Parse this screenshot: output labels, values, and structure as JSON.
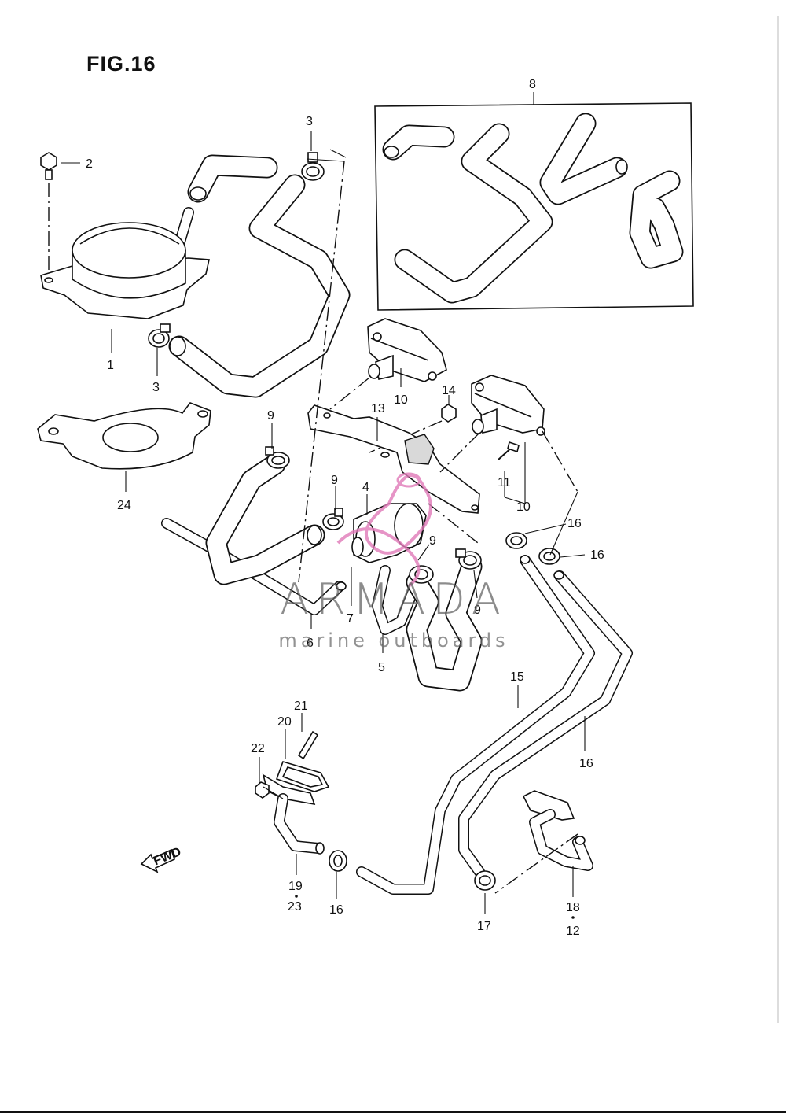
{
  "figure": {
    "title": "FIG.16"
  },
  "labels": [
    {
      "id": "l1",
      "text": "1"
    },
    {
      "id": "l2",
      "text": "2"
    },
    {
      "id": "l3a",
      "text": "3"
    },
    {
      "id": "l3b",
      "text": "3"
    },
    {
      "id": "l4",
      "text": "4"
    },
    {
      "id": "l5",
      "text": "5"
    },
    {
      "id": "l6",
      "text": "6"
    },
    {
      "id": "l7",
      "text": "7"
    },
    {
      "id": "l8",
      "text": "8"
    },
    {
      "id": "l9a",
      "text": "9"
    },
    {
      "id": "l9b",
      "text": "9"
    },
    {
      "id": "l9c",
      "text": "9"
    },
    {
      "id": "l9d",
      "text": "9"
    },
    {
      "id": "l10a",
      "text": "10"
    },
    {
      "id": "l10b",
      "text": "10"
    },
    {
      "id": "l11",
      "text": "11"
    },
    {
      "id": "l12",
      "text": "12"
    },
    {
      "id": "l13",
      "text": "13"
    },
    {
      "id": "l14",
      "text": "14"
    },
    {
      "id": "l15",
      "text": "15"
    },
    {
      "id": "l16a",
      "text": "16"
    },
    {
      "id": "l16b",
      "text": "16"
    },
    {
      "id": "l16c",
      "text": "16"
    },
    {
      "id": "l16d",
      "text": "16"
    },
    {
      "id": "l17",
      "text": "17"
    },
    {
      "id": "l18",
      "text": "18"
    },
    {
      "id": "l19",
      "text": "19"
    },
    {
      "id": "l20",
      "text": "20"
    },
    {
      "id": "l21",
      "text": "21"
    },
    {
      "id": "l22",
      "text": "22"
    },
    {
      "id": "l23",
      "text": "23"
    },
    {
      "id": "l24",
      "text": "24"
    }
  ],
  "fwd_arrow": {
    "text": "FWD"
  },
  "watermark": {
    "brand": "ARMADA",
    "tagline": "marine outboards",
    "logo_color": "#e07ab8"
  }
}
